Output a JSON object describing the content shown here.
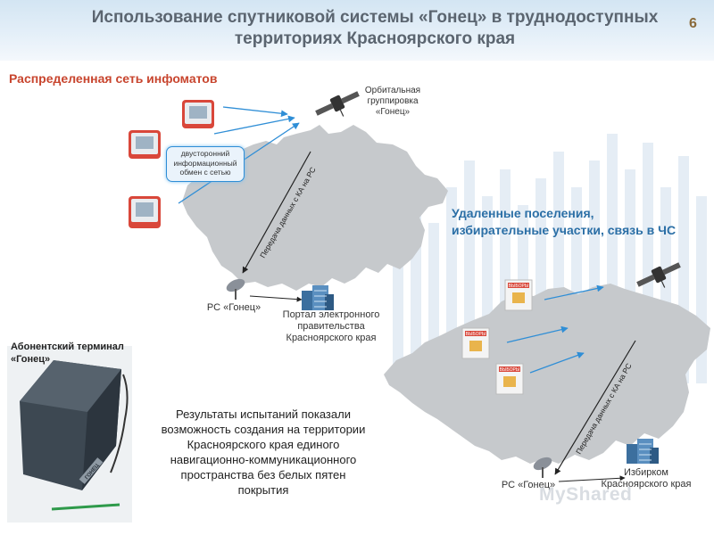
{
  "header": {
    "title_line1": "Использование спутниковой системы «Гонец» в труднодоступных",
    "title_line2": "территориях Красноярского края",
    "slide_number": "6"
  },
  "left_section": {
    "heading": "Распределенная сеть инфоматов",
    "satellite_label_line1": "Орбитальная",
    "satellite_label_line2": "группировка",
    "satellite_label_line3": "«Гонец»",
    "callout_line1": "двусторонний",
    "callout_line2": "информационный",
    "callout_line3": "обмен с сетью",
    "link_text": "Передача данных с КА на РС",
    "station_label": "РС «Гонец»",
    "portal_line1": "Портал электронного",
    "portal_line2": "правительства",
    "portal_line3": "Красноярского края"
  },
  "right_section": {
    "heading_line1": "Удаленные поселения,",
    "heading_line2": "избирательные участки, связь в ЧС",
    "ballot_text": "ВЫБОРЫ",
    "link_text": "Передача данных с КА на РС",
    "station_label": "РС «Гонец»",
    "izbirkom_line1": "Избирком",
    "izbirkom_line2": "Красноярского края"
  },
  "terminal": {
    "heading_line1": "Абонентский терминал",
    "heading_line2": "«Гонец»",
    "brand": "ГОНЕЦ"
  },
  "result": {
    "line1": "Результаты испытаний показали",
    "line2": "возможность создания на территории",
    "line3": "Красноярского края единого",
    "line4": "навигационно-коммуникационного",
    "line5": "пространства без белых пятен",
    "line6": "покрытия"
  },
  "watermark": "MyShared",
  "colors": {
    "header_bg": "#d3e5f3",
    "title": "#5b6570",
    "red_heading": "#c8452e",
    "blue_heading": "#2b6fa6",
    "arrow": "#2f8ed6",
    "map": "#c6c9cc"
  }
}
